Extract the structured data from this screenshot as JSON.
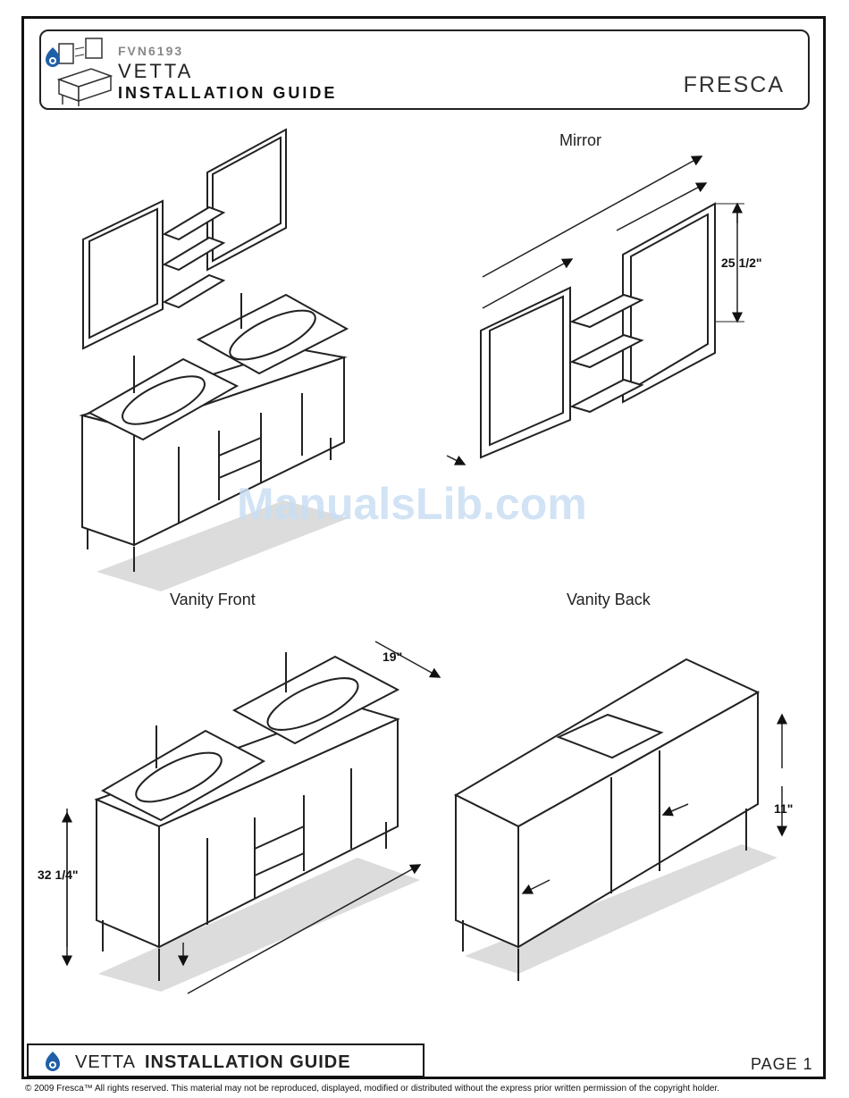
{
  "header": {
    "model": "FVN6193",
    "series": "VETTA",
    "guide_title": "INSTALLATION GUIDE",
    "brand": "FRESCA"
  },
  "labels": {
    "mirror": "Mirror",
    "vanity_front": "Vanity Front",
    "vanity_back": "Vanity Back"
  },
  "dimensions": {
    "mirror_height": "25 1/2\"",
    "vanity_depth": "19\"",
    "vanity_height": "32 1/4\"",
    "back_gap": "11\""
  },
  "watermark": "ManualsLib.com",
  "footer": {
    "series": "VETTA",
    "guide_title": "INSTALLATION GUIDE",
    "page": "PAGE 1",
    "copyright": "© 2009 Fresca™ All rights reserved. This material may not be reproduced, displayed, modified or distributed without the express prior written permission of the copyright holder."
  },
  "colors": {
    "line": "#222222",
    "shadow": "#dcdcdc",
    "watermark": "#c9dff3",
    "brand_blue": "#1f5fa8"
  }
}
